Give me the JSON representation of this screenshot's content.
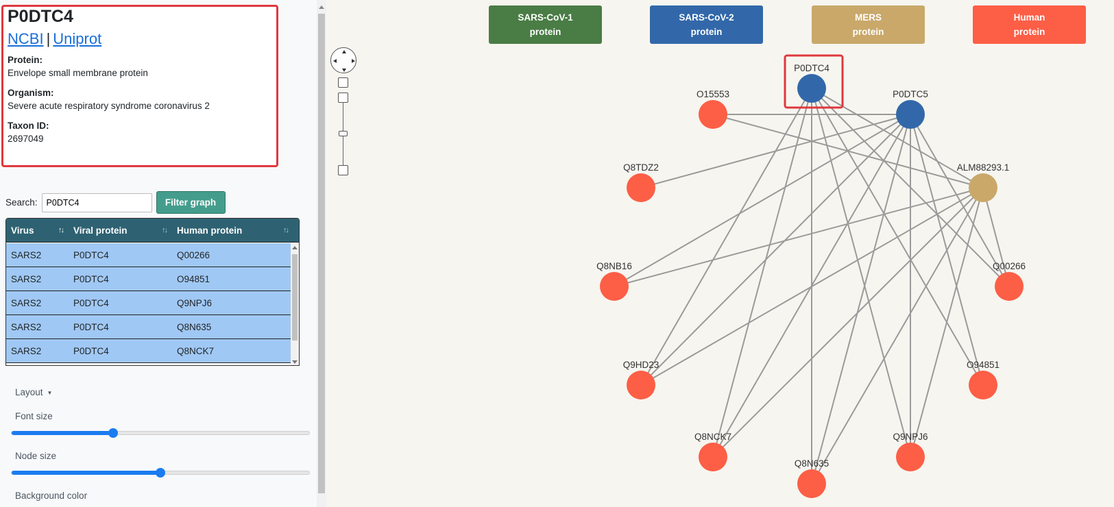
{
  "info": {
    "title": "P0DTC4",
    "link_ncbi": "NCBI",
    "separator": "|",
    "link_uniprot": "Uniprot",
    "protein_label": "Protein:",
    "protein_value": "Envelope small membrane protein",
    "organism_label": "Organism:",
    "organism_value": "Severe acute respiratory syndrome coronavirus 2",
    "taxon_label": "Taxon ID:",
    "taxon_value": "2697049"
  },
  "search": {
    "label": "Search:",
    "value": "P0DTC4",
    "button_label": "Filter graph"
  },
  "table": {
    "headers": [
      "Virus",
      "Viral protein",
      "Human protein"
    ],
    "rows": [
      [
        "SARS2",
        "P0DTC4",
        "Q00266"
      ],
      [
        "SARS2",
        "P0DTC4",
        "O94851"
      ],
      [
        "SARS2",
        "P0DTC4",
        "Q9NPJ6"
      ],
      [
        "SARS2",
        "P0DTC4",
        "Q8N635"
      ],
      [
        "SARS2",
        "P0DTC4",
        "Q8NCK7"
      ]
    ]
  },
  "controls": {
    "layout_label": "Layout",
    "font_size_label": "Font size",
    "font_size_value_pct": 34,
    "node_size_label": "Node size",
    "node_size_value_pct": 50,
    "background_label": "Background color"
  },
  "legend": [
    {
      "line1": "SARS-CoV-1",
      "line2": "protein",
      "color": "#4a7c45"
    },
    {
      "line1": "SARS-CoV-2",
      "line2": "protein",
      "color": "#3268a9"
    },
    {
      "line1": "MERS",
      "line2": "protein",
      "color": "#c9a86a"
    },
    {
      "line1": "Human",
      "line2": "protein",
      "color": "#fd5e46"
    }
  ],
  "colors": {
    "sars2": "#3268a9",
    "mers": "#c9a86a",
    "human": "#fd5e46",
    "edge": "#9a9a9a",
    "selection": "#e0383e"
  },
  "graph": {
    "selected_node": "P0DTC4",
    "nodes": [
      {
        "id": "P0DTC4",
        "type": "sars2"
      },
      {
        "id": "P0DTC5",
        "type": "sars2"
      },
      {
        "id": "ALM88293.1",
        "type": "mers"
      },
      {
        "id": "O15553",
        "type": "human"
      },
      {
        "id": "Q8TDZ2",
        "type": "human"
      },
      {
        "id": "Q8NB16",
        "type": "human"
      },
      {
        "id": "Q00266",
        "type": "human"
      },
      {
        "id": "Q9HD23",
        "type": "human"
      },
      {
        "id": "O94851",
        "type": "human"
      },
      {
        "id": "Q8NCK7",
        "type": "human"
      },
      {
        "id": "Q9NPJ6",
        "type": "human"
      },
      {
        "id": "Q8N635",
        "type": "human"
      }
    ],
    "edges": [
      [
        "P0DTC4",
        "Q00266"
      ],
      [
        "P0DTC4",
        "O94851"
      ],
      [
        "P0DTC4",
        "Q9NPJ6"
      ],
      [
        "P0DTC4",
        "Q8N635"
      ],
      [
        "P0DTC4",
        "Q8NCK7"
      ],
      [
        "P0DTC4",
        "Q9HD23"
      ],
      [
        "P0DTC4",
        "ALM88293.1"
      ],
      [
        "P0DTC5",
        "O15553"
      ],
      [
        "P0DTC5",
        "Q8TDZ2"
      ],
      [
        "P0DTC5",
        "Q8NB16"
      ],
      [
        "P0DTC5",
        "Q00266"
      ],
      [
        "P0DTC5",
        "Q9HD23"
      ],
      [
        "P0DTC5",
        "Q8NCK7"
      ],
      [
        "P0DTC5",
        "Q9NPJ6"
      ],
      [
        "P0DTC5",
        "Q8N635"
      ],
      [
        "P0DTC5",
        "O94851"
      ],
      [
        "ALM88293.1",
        "Q8NB16"
      ],
      [
        "ALM88293.1",
        "Q9HD23"
      ],
      [
        "ALM88293.1",
        "Q8NCK7"
      ],
      [
        "ALM88293.1",
        "Q8N635"
      ],
      [
        "ALM88293.1",
        "Q9NPJ6"
      ],
      [
        "ALM88293.1",
        "Q00266"
      ],
      [
        "O15553",
        "ALM88293.1"
      ]
    ]
  }
}
